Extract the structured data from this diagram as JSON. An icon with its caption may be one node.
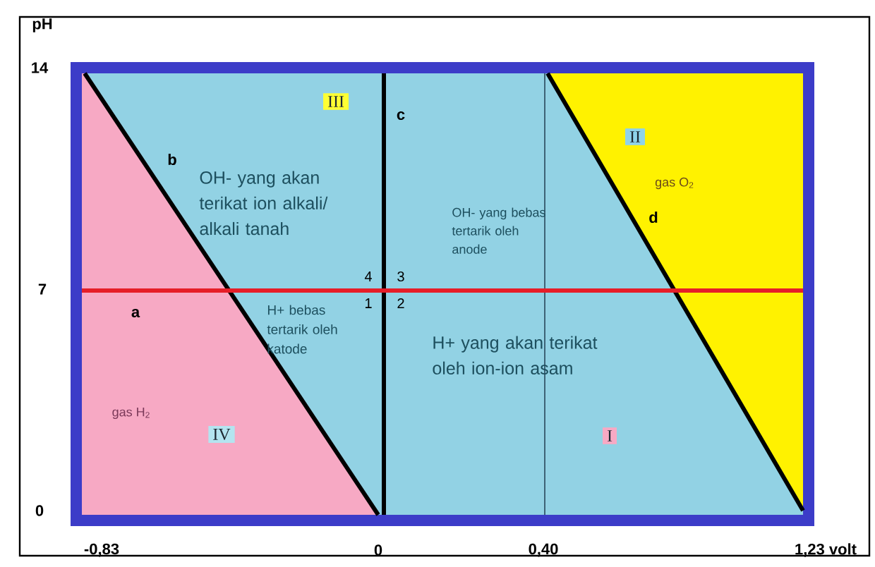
{
  "diagram": {
    "nodes": [
      {
        "text": [
          "III"
        ]
      },
      {
        "text": [
          "II"
        ]
      },
      {
        "text": [
          "IV"
        ]
      },
      {
        "text": [
          "I"
        ]
      }
    ],
    "labels": [
      "pH",
      "14",
      "b",
      "c",
      "OH- yang akan terikat ion alkali/ alkali tanah",
      "gas O$_{2}$",
      "d",
      "OH- yang bebas tertarik oleh anode",
      "4",
      "3",
      "7",
      "1",
      "2",
      "a",
      "H+ bebas tertarik oleh katode",
      "H+ yang akan terikat oleh ion-ion asam",
      "gas H$_{2}$",
      "0",
      "-0,83",
      "0",
      "0,40",
      "1,23 volt"
    ]
  }
}
